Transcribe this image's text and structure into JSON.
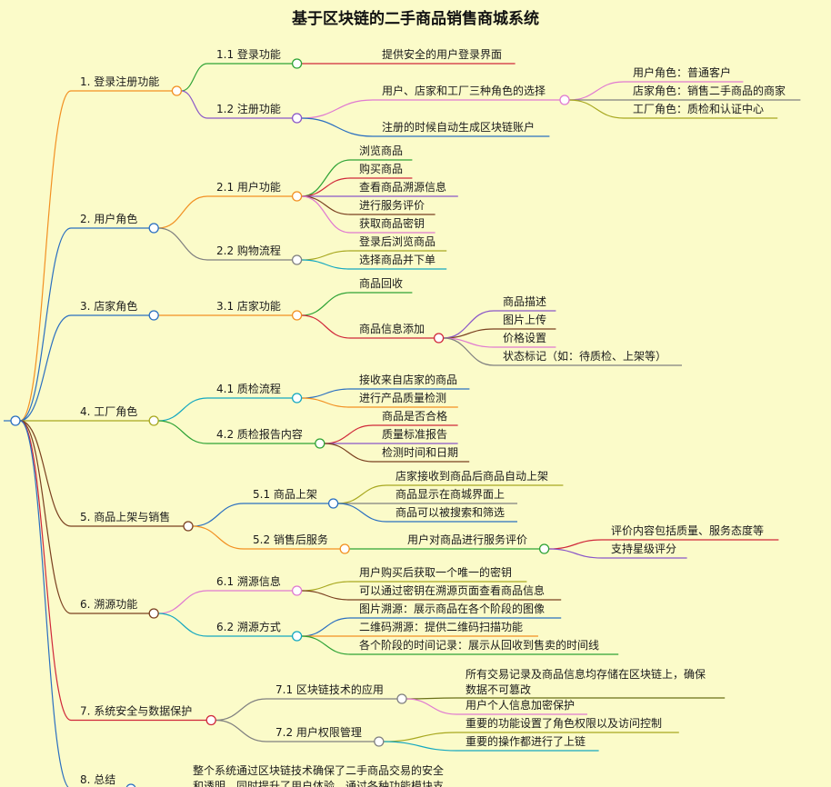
{
  "title": "基于区块链的二手商品销售商城系统",
  "colors": {
    "background": "#fbfbc9",
    "orange": "#f29022",
    "green": "#2fa336",
    "purple": "#8a56c8",
    "red": "#d0283a",
    "olive": "#a8a820",
    "teal": "#15a8c0",
    "gray": "#808080",
    "blue": "#2a6fc0",
    "pink": "#e07ad0",
    "brown": "#7a4020",
    "dark_olive": "#6a7018"
  },
  "sections": [
    {
      "label": "1. 登录注册功能",
      "children": [
        {
          "label": "1.1 登录功能",
          "children": [
            {
              "label": "提供安全的用户登录界面"
            }
          ]
        },
        {
          "label": "1.2 注册功能",
          "children": [
            {
              "label": "用户、店家和工厂三种角色的选择",
              "children": [
                {
                  "label": "用户角色：普通客户"
                },
                {
                  "label": "店家角色：销售二手商品的商家"
                },
                {
                  "label": "工厂角色：质检和认证中心"
                }
              ]
            },
            {
              "label": "注册的时候自动生成区块链账户"
            }
          ]
        }
      ]
    },
    {
      "label": "2. 用户角色",
      "children": [
        {
          "label": "2.1 用户功能",
          "children": [
            {
              "label": "浏览商品"
            },
            {
              "label": "购买商品"
            },
            {
              "label": "查看商品溯源信息"
            },
            {
              "label": "进行服务评价"
            },
            {
              "label": "获取商品密钥"
            }
          ]
        },
        {
          "label": "2.2 购物流程",
          "children": [
            {
              "label": "登录后浏览商品"
            },
            {
              "label": "选择商品并下单"
            }
          ]
        }
      ]
    },
    {
      "label": "3. 店家角色",
      "children": [
        {
          "label": "3.1 店家功能",
          "children": [
            {
              "label": "商品回收"
            },
            {
              "label": "商品信息添加",
              "children": [
                {
                  "label": "商品描述"
                },
                {
                  "label": "图片上传"
                },
                {
                  "label": "价格设置"
                },
                {
                  "label": "状态标记（如：待质检、上架等）"
                }
              ]
            }
          ]
        }
      ]
    },
    {
      "label": "4. 工厂角色",
      "children": [
        {
          "label": "4.1 质检流程",
          "children": [
            {
              "label": "接收来自店家的商品"
            },
            {
              "label": "进行产品质量检测"
            }
          ]
        },
        {
          "label": "4.2 质检报告内容",
          "children": [
            {
              "label": "商品是否合格"
            },
            {
              "label": "质量标准报告"
            },
            {
              "label": "检测时间和日期"
            }
          ]
        }
      ]
    },
    {
      "label": "5. 商品上架与销售",
      "children": [
        {
          "label": "5.1 商品上架",
          "children": [
            {
              "label": "店家接收到商品后商品自动上架"
            },
            {
              "label": "商品显示在商城界面上"
            },
            {
              "label": "商品可以被搜索和筛选"
            }
          ]
        },
        {
          "label": "5.2 销售后服务",
          "children": [
            {
              "label": "用户对商品进行服务评价",
              "children": [
                {
                  "label": "评价内容包括质量、服务态度等"
                },
                {
                  "label": "支持星级评分"
                }
              ]
            }
          ]
        }
      ]
    },
    {
      "label": "6. 溯源功能",
      "children": [
        {
          "label": "6.1 溯源信息",
          "children": [
            {
              "label": "用户购买后获取一个唯一的密钥"
            },
            {
              "label": "可以通过密钥在溯源页面查看商品信息"
            }
          ]
        },
        {
          "label": "6.2 溯源方式",
          "children": [
            {
              "label": "图片溯源：展示商品在各个阶段的图像"
            },
            {
              "label": "二维码溯源：提供二维码扫描功能"
            },
            {
              "label": "各个阶段的时间记录：展示从回收到售卖的时间线"
            }
          ]
        }
      ]
    },
    {
      "label": "7. 系统安全与数据保护",
      "children": [
        {
          "label": "7.1 区块链技术的应用",
          "children": [
            {
              "label": "所有交易记录及商品信息均存储在区块链上，确保数据不可篡改"
            },
            {
              "label": "用户个人信息加密保护"
            }
          ]
        },
        {
          "label": "7.2 用户权限管理",
          "children": [
            {
              "label": "重要的功能设置了角色权限以及访问控制"
            },
            {
              "label": "重要的操作都进行了上链"
            }
          ]
        }
      ]
    },
    {
      "label": "8. 总结",
      "children": [
        {
          "label": "整个系统通过区块链技术确保了二手商品交易的安全和透明，同时提升了用户体验，通过各种功能模块支持店家和用户之间的高效互动。"
        }
      ]
    }
  ]
}
